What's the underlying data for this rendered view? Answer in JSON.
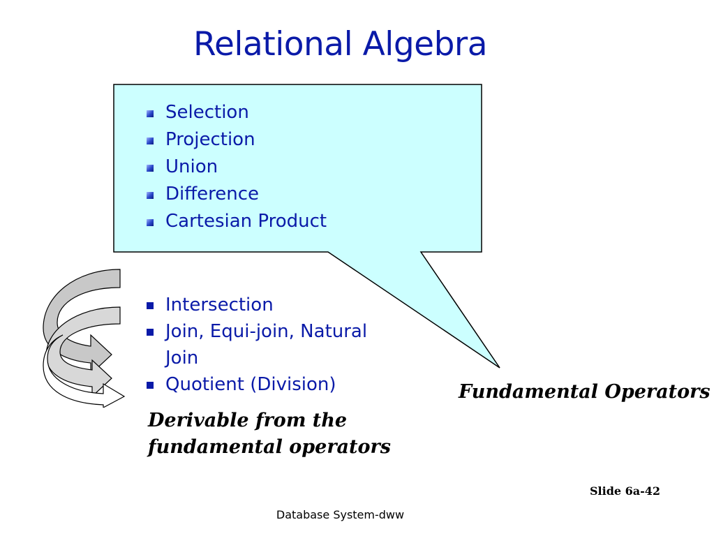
{
  "title": "Relational Algebra",
  "fundamental": {
    "items": [
      "Selection",
      "Projection",
      "Union",
      "Difference",
      "Cartesian Product"
    ],
    "caption": "Fundamental Operators",
    "box_fill": "#ccffff",
    "border_color": "#000000"
  },
  "derived": {
    "items": [
      "Intersection",
      "Join, Equi-join, Natural Join",
      "Quotient (Division)"
    ],
    "caption_line1": "Derivable from the",
    "caption_line2": "fundamental operators"
  },
  "slide_number": "Slide 6a-42",
  "footer": "Database System-dww",
  "colors": {
    "title": "#0a1aa8",
    "bullet_text": "#0a1aa8",
    "arrow_fill_gray": "#c8c8c8",
    "arrow_fill_white": "#ffffff"
  },
  "icons": {
    "fundamental_bullet": "gradient-square-bullet-icon",
    "derived_bullet": "square-bullet-icon",
    "arrows": "curved-arrows-icon"
  }
}
